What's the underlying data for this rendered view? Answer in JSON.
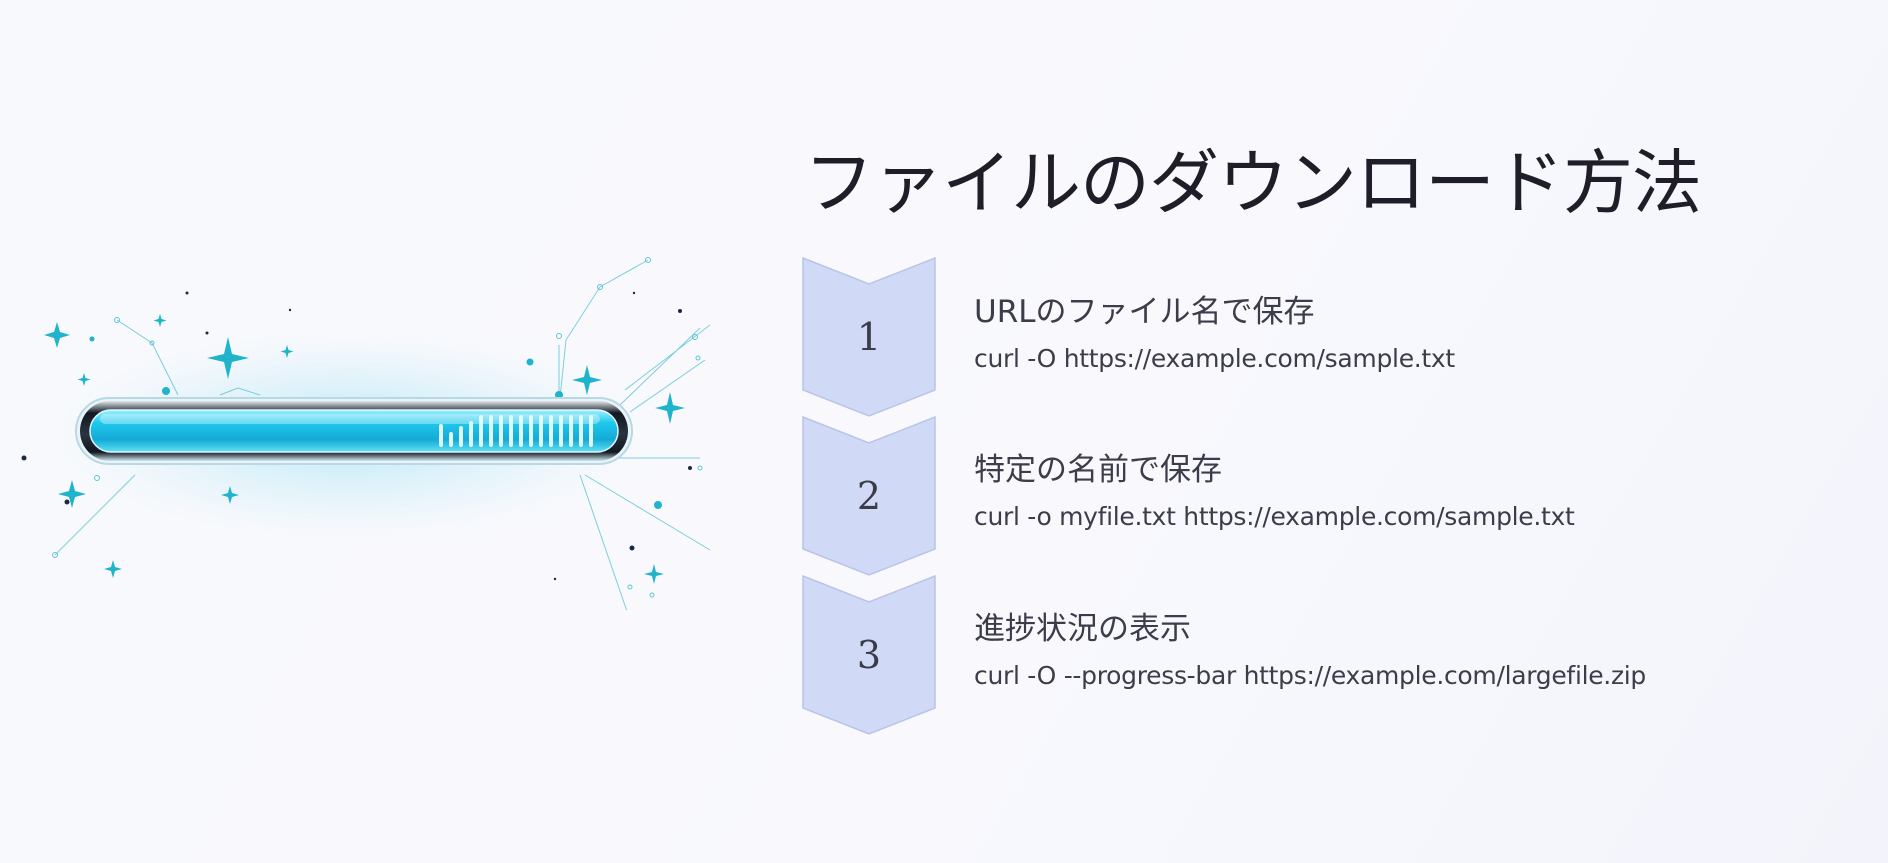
{
  "slide": {
    "title": "ファイルのダウンロード方法",
    "illustration": {
      "name": "progress-bar-illustration",
      "accent": "#1fc8e8",
      "sparkle": "#1aa8c0"
    },
    "colors": {
      "chevron_fill": "#d0d9f6",
      "chevron_stroke": "#b9c4e8",
      "title_text": "#1e1d28",
      "body_text": "#3d3c4a"
    },
    "steps": [
      {
        "number": "1",
        "title": "URLのファイル名で保存",
        "command": "curl -O https://example.com/sample.txt"
      },
      {
        "number": "2",
        "title": "特定の名前で保存",
        "command": "curl -o myfile.txt https://example.com/sample.txt"
      },
      {
        "number": "3",
        "title": "進捗状況の表示",
        "command": "curl -O --progress-bar https://example.com/largefile.zip"
      }
    ]
  }
}
